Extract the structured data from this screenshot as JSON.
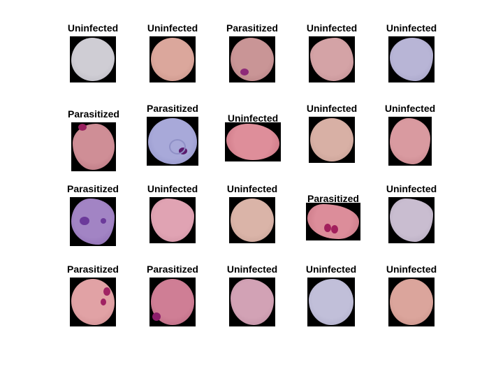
{
  "figure": {
    "tiles": [
      {
        "label": "Uninfected",
        "fill": "#cfcdd4",
        "dark": "#b8b6bf"
      },
      {
        "label": "Uninfected",
        "fill": "#dba79c",
        "dark": "#c58e84"
      },
      {
        "label": "Parasitized",
        "fill": "#c99596",
        "dark": "#b37c80",
        "parasite": "#8e2a78"
      },
      {
        "label": "Uninfected",
        "fill": "#d4a3a6",
        "dark": "#bf8c91"
      },
      {
        "label": "Uninfected",
        "fill": "#b8b5d6",
        "dark": "#a19ec2"
      },
      {
        "label": "Parasitized",
        "fill": "#cf8e96",
        "dark": "#b7737e",
        "parasite": "#98205f"
      },
      {
        "label": "Parasitized",
        "fill": "#a8a9d9",
        "dark": "#8f90c6",
        "parasite": "#5a1a6e"
      },
      {
        "label": "Uninfected",
        "fill": "#de8e9a",
        "dark": "#c97482"
      },
      {
        "label": "Uninfected",
        "fill": "#d8b0a5",
        "dark": "#c29a90"
      },
      {
        "label": "Uninfected",
        "fill": "#d99aa0",
        "dark": "#c4838a"
      },
      {
        "label": "Parasitized",
        "fill": "#a284c4",
        "dark": "#8a6ab0",
        "parasite": "#6b3a9a"
      },
      {
        "label": "Uninfected",
        "fill": "#e0a3b3",
        "dark": "#cb8c9e"
      },
      {
        "label": "Uninfected",
        "fill": "#dab4a8",
        "dark": "#c49e93"
      },
      {
        "label": "Parasitized",
        "fill": "#dc8d9a",
        "dark": "#c77684",
        "parasite": "#a21f5c"
      },
      {
        "label": "Uninfected",
        "fill": "#c9bdd0",
        "dark": "#b2a6bb"
      },
      {
        "label": "Parasitized",
        "fill": "#e1a2a5",
        "dark": "#cc8b8f",
        "parasite": "#a02363"
      },
      {
        "label": "Parasitized",
        "fill": "#cf7e95",
        "dark": "#b7667e",
        "parasite": "#8c1d6a"
      },
      {
        "label": "Uninfected",
        "fill": "#d2a2b5",
        "dark": "#bc8ba0"
      },
      {
        "label": "Uninfected",
        "fill": "#c1bfd9",
        "dark": "#aaa8c5"
      },
      {
        "label": "Uninfected",
        "fill": "#dba59c",
        "dark": "#c68e85"
      }
    ]
  }
}
